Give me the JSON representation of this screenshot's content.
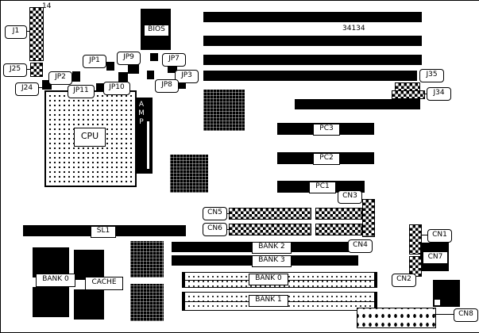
{
  "board": {
    "part_number": "34134",
    "pin_label": "14",
    "connectors": {
      "j1": "J1",
      "j24": "J24",
      "j25": "J25",
      "j34": "J34",
      "j35": "J35",
      "cn1": "CN1",
      "cn2": "CN2",
      "cn3": "CN3",
      "cn4": "CN4",
      "cn5": "CN5",
      "cn6": "CN6",
      "cn7": "CN7",
      "cn8": "CN8"
    },
    "jumpers": {
      "jp1": "JP1",
      "jp2": "JP2",
      "jp3": "JP3",
      "jp7": "JP7",
      "jp8": "JP8",
      "jp9": "JP9",
      "jp10": "JP10",
      "jp11": "JP11"
    },
    "chips": {
      "bios": "BIOS",
      "cpu": "CPU",
      "amp": "AMP",
      "cache": "CACHE"
    },
    "slots": {
      "pc1": "PC1",
      "pc2": "PC2",
      "pc3": "PC3",
      "sl1": "SL1"
    },
    "memory": {
      "simm_bank0": "BANK 0",
      "simm_bank1": "BANK 1",
      "simm_bank2": "BANK 2",
      "simm_bank3": "BANK 3",
      "sram_bank0": "BANK 0"
    },
    "colors": {
      "ink": "#000000",
      "paper": "#ffffff"
    }
  }
}
